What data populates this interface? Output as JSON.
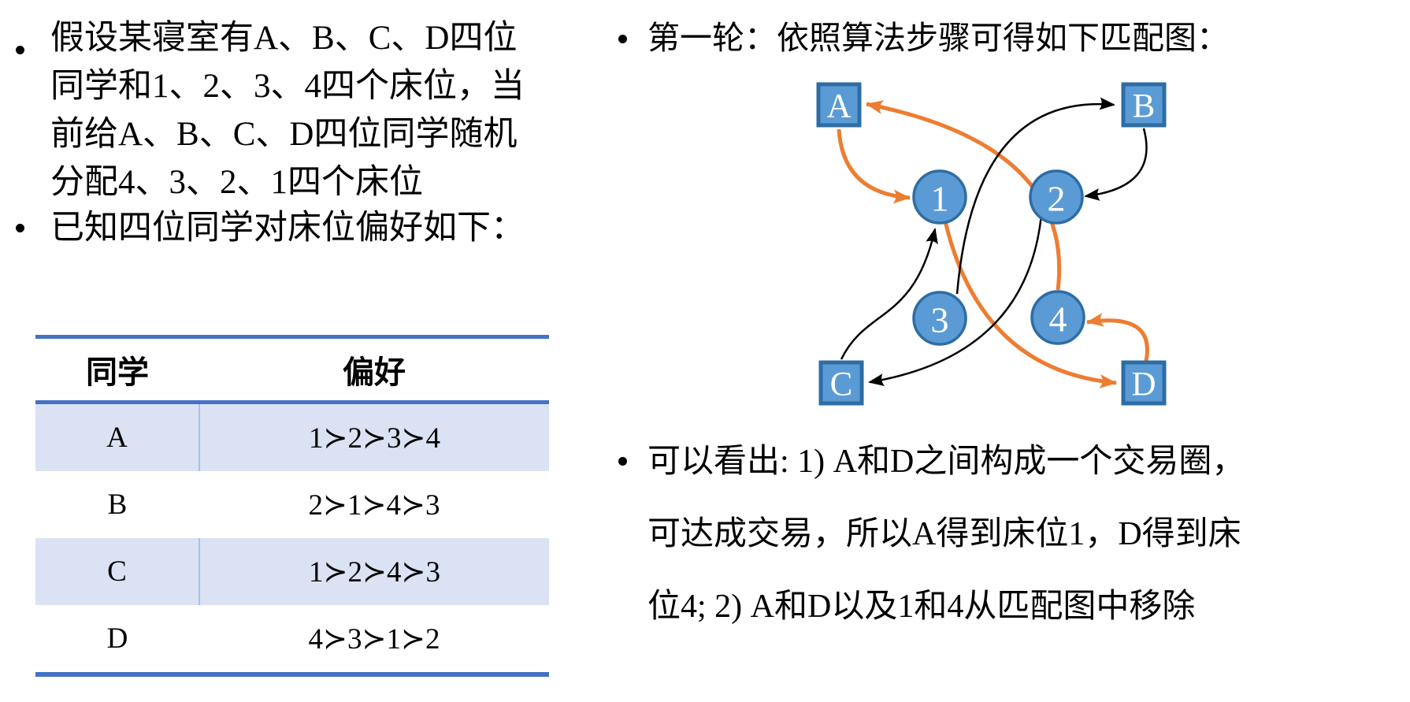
{
  "left": {
    "bullet1": {
      "lines": [
        "假设某寝室有A、B、C、D四位",
        "同学和1、2、3、4四个床位，当",
        "前给A、B、C、D四位同学随机",
        "分配4、3、2、1四个床位"
      ]
    },
    "bullet2": "已知四位同学对床位偏好如下：",
    "table": {
      "headers": [
        "同学",
        "偏好"
      ],
      "rows": [
        {
          "student": "A",
          "preference": "1≻2≻3≻4"
        },
        {
          "student": "B",
          "preference": "2≻1≻4≻3"
        },
        {
          "student": "C",
          "preference": "1≻2≻4≻3"
        },
        {
          "student": "D",
          "preference": "4≻3≻1≻2"
        }
      ],
      "colors": {
        "rule": "#4472C4",
        "band": "#DAE2F3",
        "divider": "#A9C2E4"
      }
    }
  },
  "right": {
    "bullet1": "第一轮：依照算法步骤可得如下匹配图：",
    "bullet2": {
      "lines": [
        "可以看出: 1) A和D之间构成一个交易圈，",
        "可达成交易，所以A得到床位1，D得到床",
        "位4; 2) A和D以及1和4从匹配图中移除"
      ]
    }
  },
  "diagram": {
    "nodes": [
      {
        "id": "A",
        "label": "A",
        "shape": "square"
      },
      {
        "id": "B",
        "label": "B",
        "shape": "square"
      },
      {
        "id": "C",
        "label": "C",
        "shape": "square"
      },
      {
        "id": "D",
        "label": "D",
        "shape": "square"
      },
      {
        "id": "1",
        "label": "1",
        "shape": "circle"
      },
      {
        "id": "2",
        "label": "2",
        "shape": "circle"
      },
      {
        "id": "3",
        "label": "3",
        "shape": "circle"
      },
      {
        "id": "4",
        "label": "4",
        "shape": "circle"
      }
    ],
    "edges": [
      {
        "from": "A",
        "to": "1",
        "style": "cycle"
      },
      {
        "from": "1",
        "to": "D",
        "style": "cycle"
      },
      {
        "from": "D",
        "to": "4",
        "style": "cycle"
      },
      {
        "from": "4",
        "to": "A",
        "style": "cycle"
      },
      {
        "from": "B",
        "to": "2",
        "style": "normal"
      },
      {
        "from": "2",
        "to": "C",
        "style": "normal"
      },
      {
        "from": "3",
        "to": "B",
        "style": "normal"
      },
      {
        "from": "C",
        "to": "1",
        "style": "normal"
      }
    ],
    "colors": {
      "node_fill": "#5B9BD5",
      "node_border": "#2E6DA4",
      "cycle_edge": "#ED7D31",
      "normal_edge": "#000000"
    }
  }
}
